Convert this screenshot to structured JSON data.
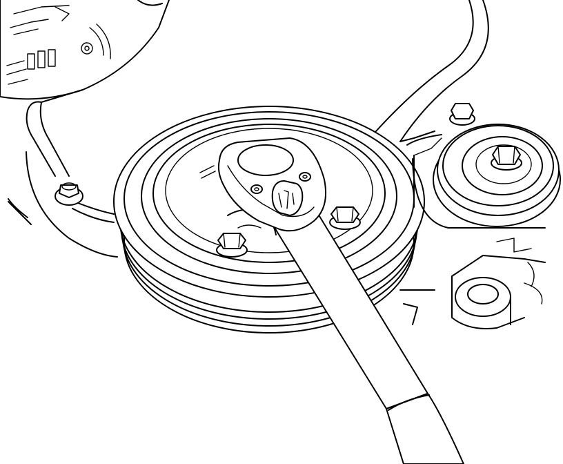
{
  "colors": {
    "line": "#000000",
    "background": "#ffffff"
  },
  "illustration": {
    "parts": [
      "alternator",
      "crankshaft-pulley",
      "idler-pulley",
      "mounting-bracket",
      "wrench",
      "bolt"
    ]
  }
}
